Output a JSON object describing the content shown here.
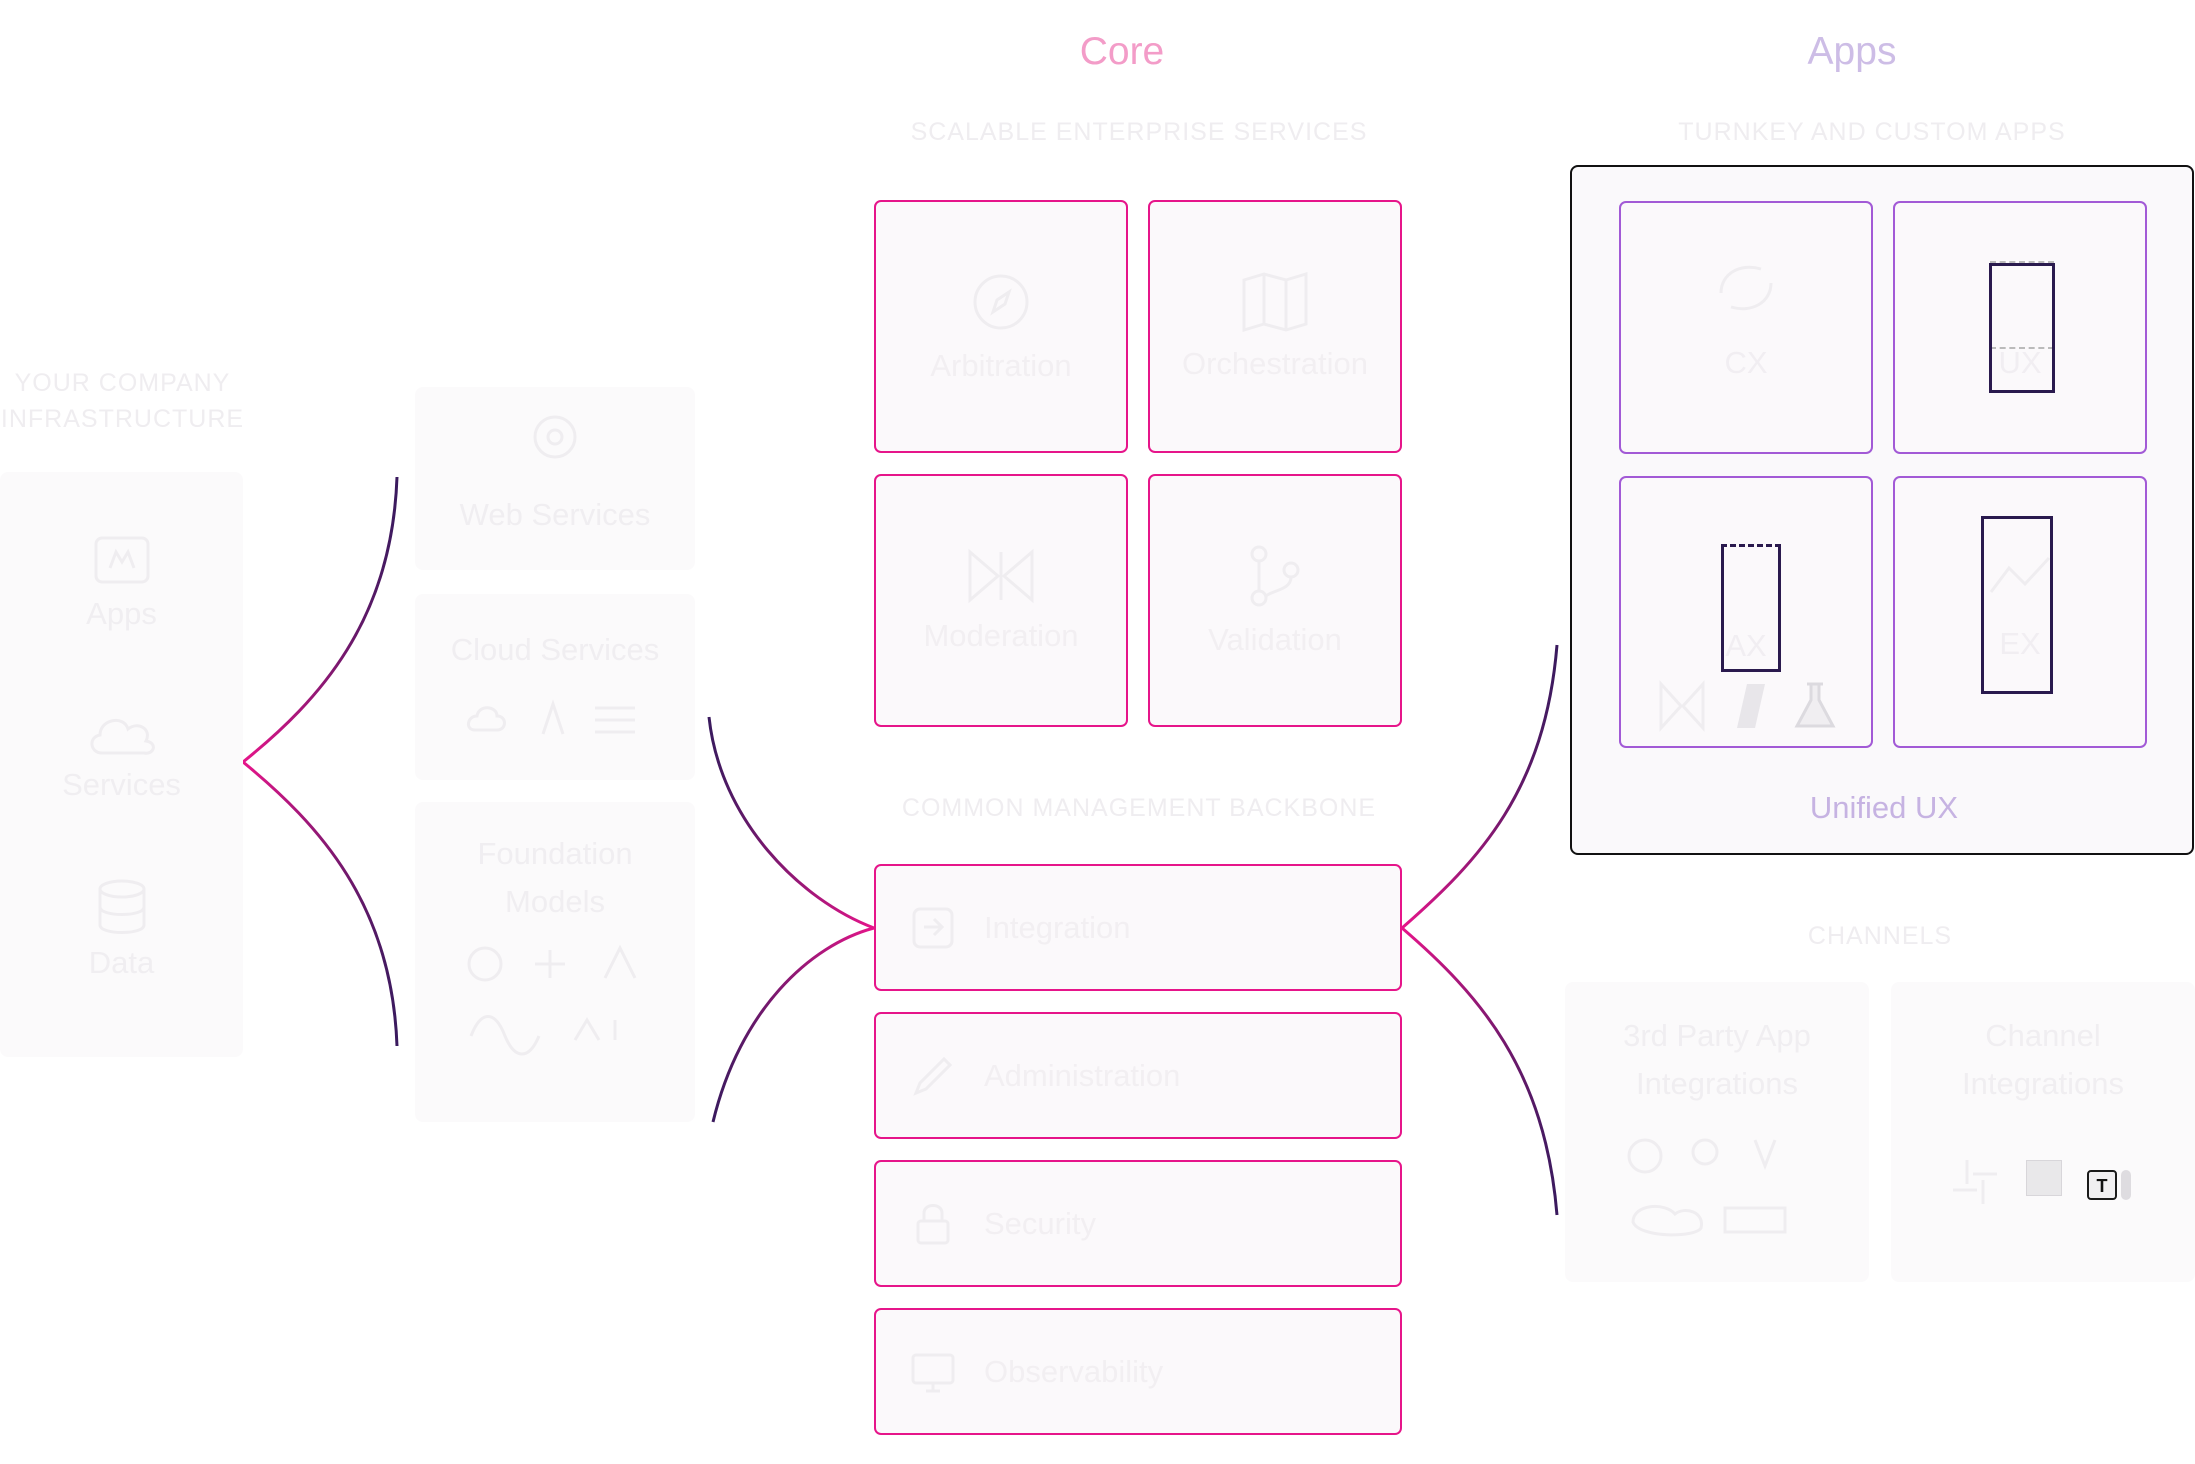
{
  "columns": {
    "core": "Core",
    "apps": "Apps"
  },
  "colors": {
    "core_accent": "#e6158a",
    "apps_accent": "#a25ad6",
    "connector_dark": "#3a1a5e",
    "unified_border": "#111111"
  },
  "infrastructure": {
    "title": "YOUR COMPANY INFRASTRUCTURE",
    "items": [
      {
        "label": "Apps",
        "icon": "apps-icon"
      },
      {
        "label": "Services",
        "icon": "cloud-icon"
      },
      {
        "label": "Data",
        "icon": "database-icon"
      }
    ]
  },
  "sources": {
    "web_services": "Web Services",
    "cloud_services": "Cloud Services",
    "foundation_models": "Foundation Models"
  },
  "core": {
    "services_label": "SCALABLE ENTERPRISE SERVICES",
    "services": [
      {
        "label": "Arbitration",
        "icon": "compass-icon"
      },
      {
        "label": "Orchestration",
        "icon": "map-icon"
      },
      {
        "label": "Moderation",
        "icon": "bowtie-icon"
      },
      {
        "label": "Validation",
        "icon": "git-branch-icon"
      }
    ],
    "backbone_label": "COMMON MANAGEMENT BACKBONE",
    "backbone": [
      {
        "label": "Integration",
        "icon": "integration-icon"
      },
      {
        "label": "Administration",
        "icon": "pencil-icon"
      },
      {
        "label": "Security",
        "icon": "lock-icon"
      },
      {
        "label": "Observability",
        "icon": "monitor-icon"
      }
    ]
  },
  "apps": {
    "section_label": "TURNKEY AND CUSTOM APPS",
    "tiles": [
      "CX",
      "UX",
      "AX",
      "EX"
    ],
    "unified_label": "Unified UX"
  },
  "channels": {
    "section_label": "CHANNELS",
    "third_party": "3rd Party App Integrations",
    "channel_integrations": "Channel Integrations"
  }
}
